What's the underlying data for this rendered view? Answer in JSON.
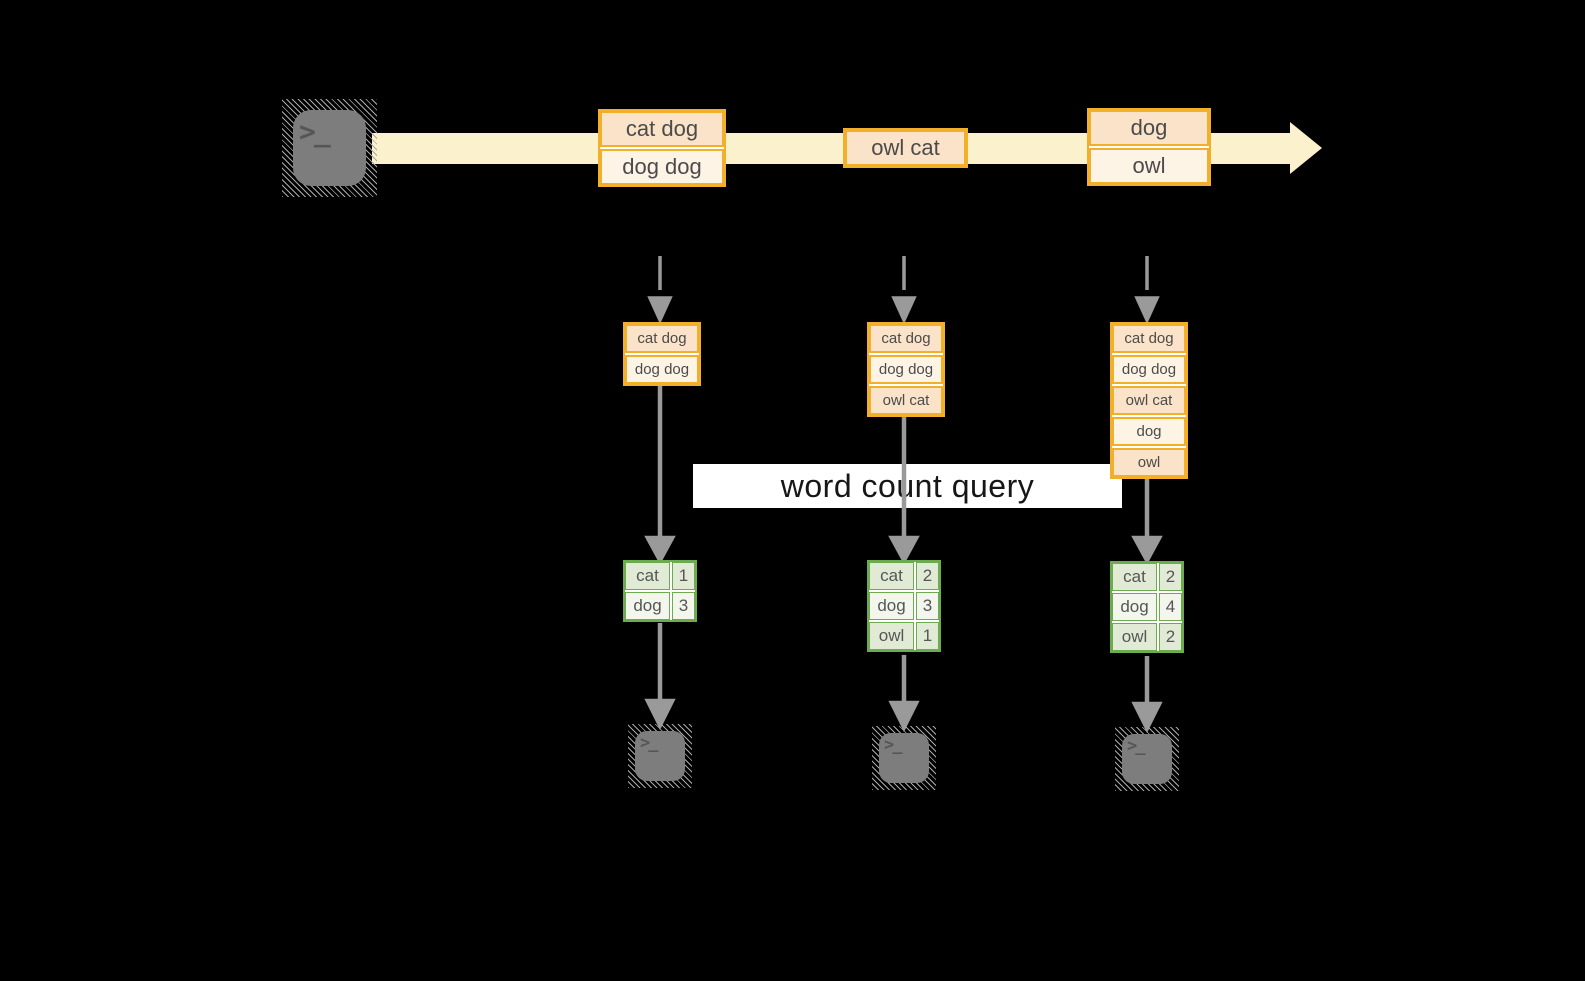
{
  "colors": {
    "canvas-bg": "#000000",
    "gold": "#F2AF2A",
    "peach": "#FAE3C8",
    "cream": "#FDF4E6",
    "stream-band": "#FBF1CD",
    "arrow-gray": "#9A9A9A",
    "terminal-gray": "#7D7D7D",
    "green": "#6DAB4F",
    "green-cell": "#E1EAD4",
    "green-cell-light": "#F2F6EC",
    "query-bg": "#FFFFFF",
    "text-dark": "#4B4B4B",
    "query-text": "#161616"
  },
  "icons": {
    "terminal_prompt": ">_"
  },
  "query": {
    "label": "word count query"
  },
  "stream": {
    "batches": [
      {
        "rows": [
          "cat dog",
          "dog dog"
        ]
      },
      {
        "rows": [
          "owl cat"
        ]
      },
      {
        "rows": [
          "dog",
          "owl"
        ]
      }
    ]
  },
  "pipelines": [
    {
      "state": [
        "cat dog",
        "dog dog"
      ],
      "counts": [
        {
          "word": "cat",
          "count": "1"
        },
        {
          "word": "dog",
          "count": "3"
        }
      ]
    },
    {
      "state": [
        "cat dog",
        "dog dog",
        "owl cat"
      ],
      "counts": [
        {
          "word": "cat",
          "count": "2"
        },
        {
          "word": "dog",
          "count": "3"
        },
        {
          "word": "owl",
          "count": "1"
        }
      ]
    },
    {
      "state": [
        "cat dog",
        "dog dog",
        "owl cat",
        "dog",
        "owl"
      ],
      "counts": [
        {
          "word": "cat",
          "count": "2"
        },
        {
          "word": "dog",
          "count": "4"
        },
        {
          "word": "owl",
          "count": "2"
        }
      ]
    }
  ]
}
